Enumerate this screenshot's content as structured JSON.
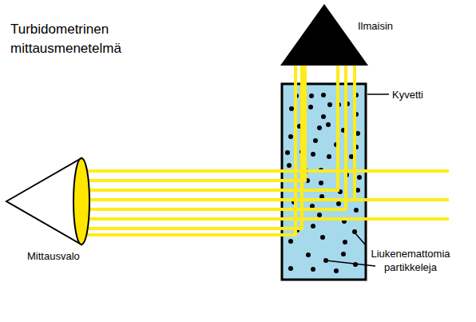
{
  "diagram": {
    "title": "Turbidometrinen mittausmenetelmä",
    "labels": [
      "Ilmaisin",
      "Kyvetti",
      "Mittausvalo",
      "Liukenemattomia partikkeleja"
    ]
  }
}
